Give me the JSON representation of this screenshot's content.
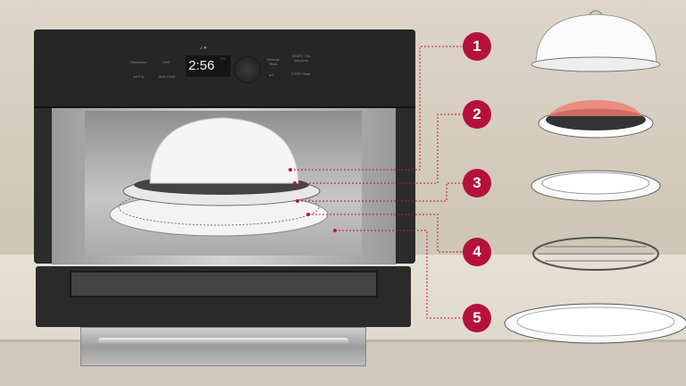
{
  "control_panel": {
    "buttons": [
      "Microwave",
      "Grill",
      "Air Fry",
      "Auto Cook",
      "Remote Start",
      "START +30 seconds",
      "STOP Clear"
    ],
    "time": "2:56",
    "meridiem": "PM"
  },
  "callouts": [
    "1",
    "2",
    "3",
    "4",
    "5"
  ],
  "colors": {
    "callout": "#b5123b",
    "oven_body": "#2b2b2b"
  }
}
